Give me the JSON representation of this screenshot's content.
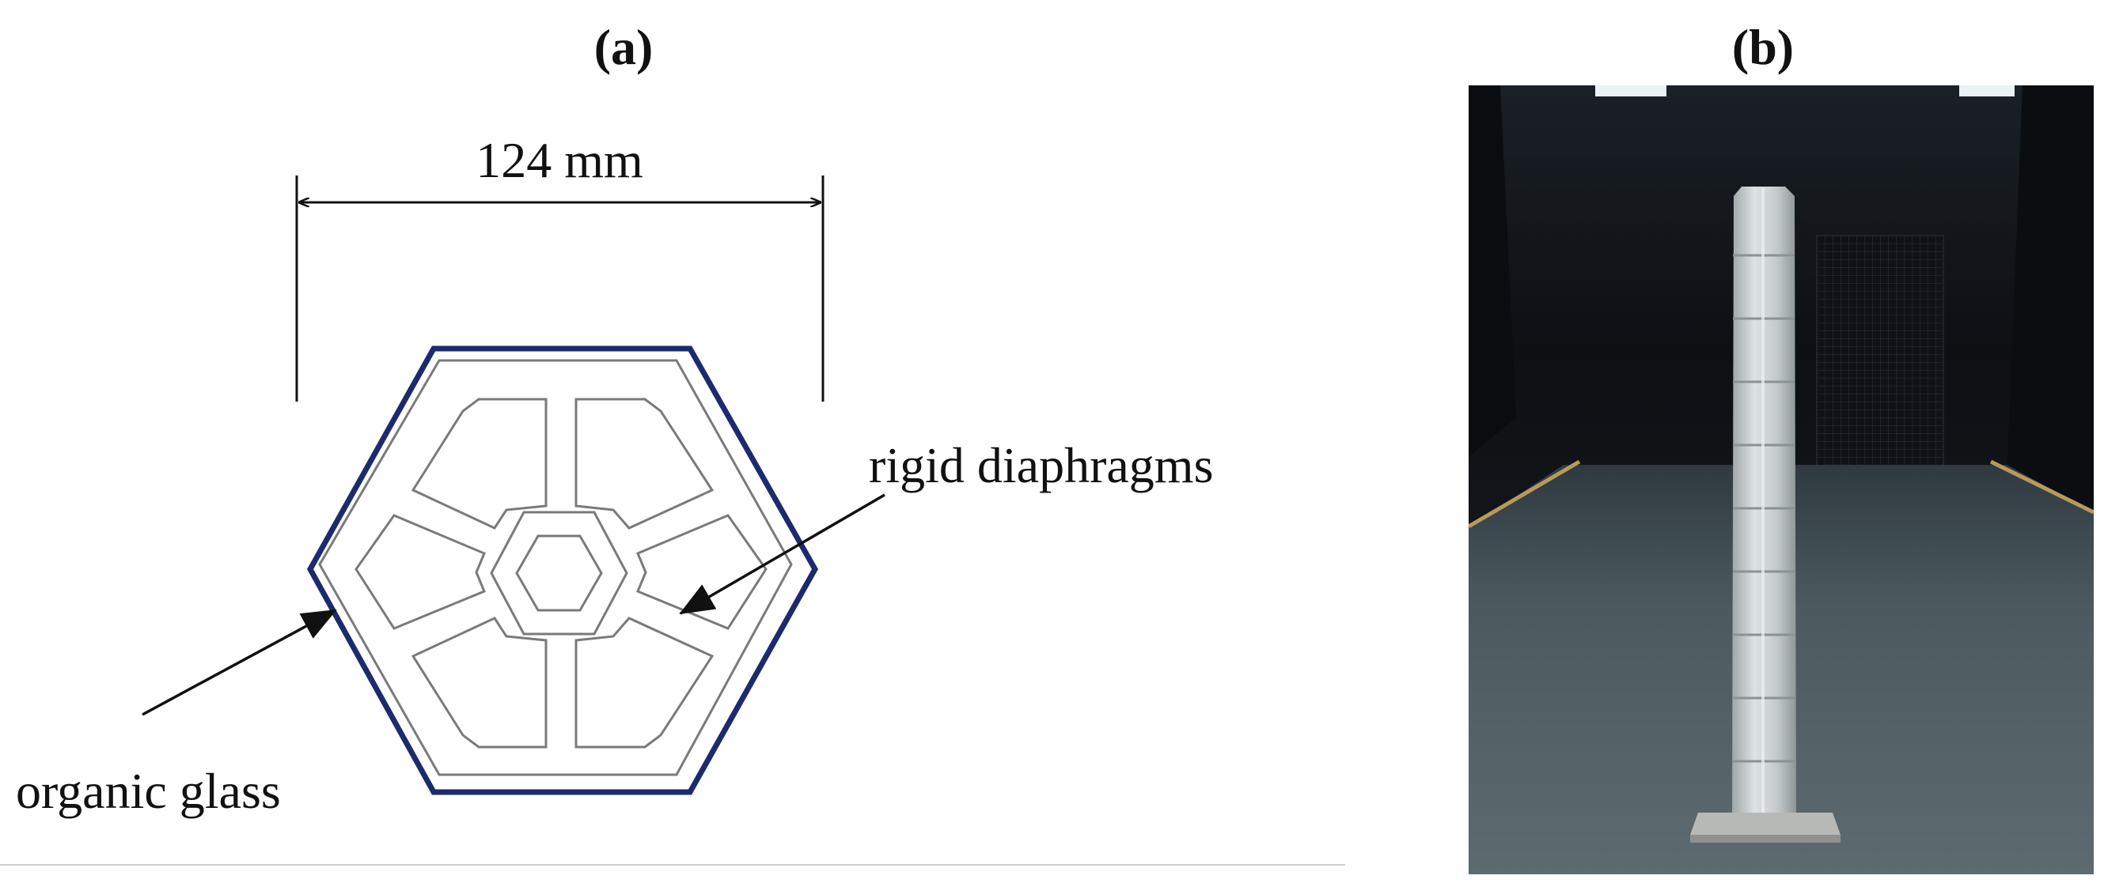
{
  "panels": {
    "a": {
      "label": "(a)"
    },
    "b": {
      "label": "(b)"
    }
  },
  "diagram": {
    "dimension_label": "124 mm",
    "callout_diaphragms": "rigid diaphragms",
    "callout_glass": "organic glass",
    "colors": {
      "outer_hexagon": "#1c2a6e",
      "inner_lines": "#7a7a7a",
      "arrows": "#111111",
      "dimension_lines": "#111111"
    }
  },
  "photo": {
    "colors": {
      "walls": "#14171c",
      "floor": "#4c5a60",
      "column": "#c9cfcf",
      "base_plate": "#b7b9b6",
      "ceiling_lights": "#e9f2f6"
    }
  }
}
